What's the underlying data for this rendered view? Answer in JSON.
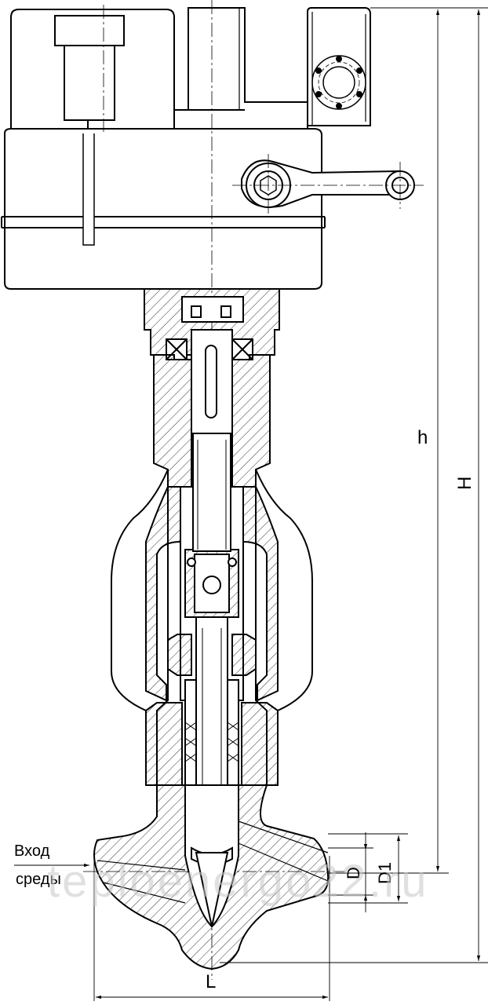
{
  "labels": {
    "inlet_line1": "Вход",
    "inlet_line2": "среды",
    "dim_h": "h",
    "dim_H": "H",
    "dim_L": "L",
    "dim_D": "D",
    "dim_D1": "D1"
  },
  "watermark": "teploenergo22.ru",
  "colors": {
    "line": "#000000",
    "hatch": "#000000",
    "watermark": "#c8c8c8"
  }
}
